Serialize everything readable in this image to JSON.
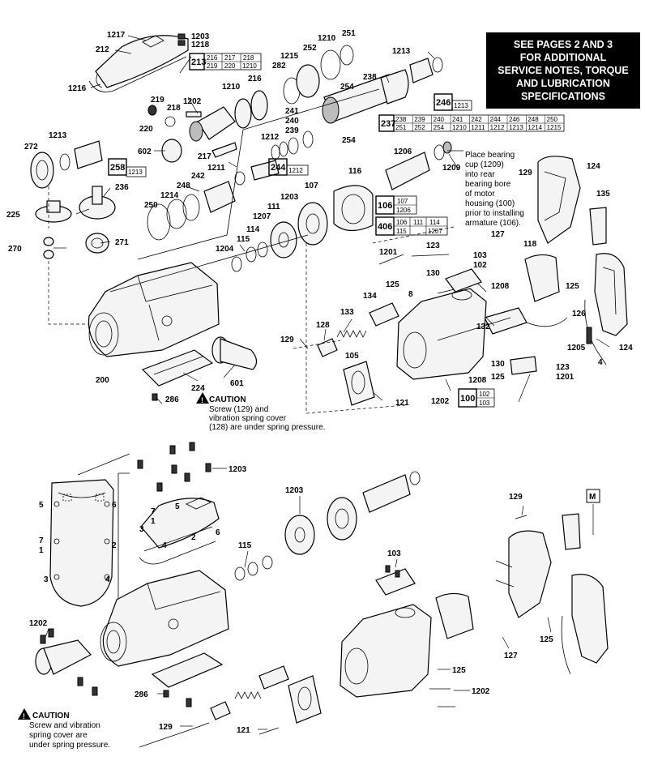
{
  "service_note": "SEE PAGES 2 AND 3\nFOR ADDITIONAL\nSERVICE NOTES, TORQUE\nAND LUBRICATION\nSPECIFICATIONS",
  "bearing_note": [
    "Place bearing",
    "cup (1209)",
    "into rear",
    "bearing bore",
    "of motor",
    "housing (100)",
    "prior to installing",
    "armature (106)."
  ],
  "caution_top": {
    "title": "CAUTION",
    "lines": [
      "Screw (129) and",
      "vibration spring cover",
      "(128) are under spring pressure."
    ]
  },
  "caution_bottom": {
    "title": "CAUTION",
    "lines": [
      "Screw and vibration",
      "spring cover are",
      "under spring pressure."
    ]
  },
  "marker_m": "M",
  "tables": {
    "t213": {
      "head": "213",
      "cells": [
        "216",
        "217",
        "218",
        "219",
        "220",
        "1210"
      ]
    },
    "t237": {
      "head": "237",
      "cells": [
        "238",
        "239",
        "240",
        "241",
        "242",
        "244",
        "246",
        "248",
        "250",
        "251",
        "252",
        "254",
        "1210",
        "1211",
        "1212",
        "1213",
        "1214",
        "1215"
      ]
    },
    "t246": {
      "head": "246",
      "sub": "1213"
    },
    "t258": {
      "head": "258",
      "sub": "1213"
    },
    "t244": {
      "head": "244",
      "sub": "1212"
    },
    "t106": {
      "head": "106",
      "cells": [
        "107",
        "1206"
      ]
    },
    "t406": {
      "head": "406",
      "cells": [
        "106",
        "111",
        "114",
        "115",
        "1207"
      ]
    },
    "t100": {
      "head": "100",
      "cells": [
        "102",
        "103"
      ]
    }
  },
  "labels": {
    "l1217": "1217",
    "l1203a": "1203",
    "l1218": "1218",
    "l212": "212",
    "l1216": "1216",
    "l282": "282",
    "l1215a": "1215",
    "l252": "252",
    "l1210a": "1210",
    "l251": "251",
    "l1213a": "1213",
    "l238": "238",
    "l254a": "254",
    "l1210b": "1210",
    "l216": "216",
    "l219": "219",
    "l218": "218",
    "l1202a": "1202",
    "l220": "220",
    "l241": "241",
    "l240": "240",
    "l239": "239",
    "l254b": "254",
    "l1212": "1212",
    "l272": "272",
    "l1213b": "1213",
    "l602": "602",
    "l217": "217",
    "l1206": "1206",
    "l1209": "1209",
    "l129a": "129",
    "l124a": "124",
    "l236": "236",
    "l1211": "1211",
    "l242": "242",
    "l248": "248",
    "l1214": "1214",
    "l250": "250",
    "l225": "225",
    "l116": "116",
    "l1203b": "1203",
    "l107": "107",
    "l111": "111",
    "l1207": "1207",
    "l135": "135",
    "l270": "270",
    "l271": "271",
    "l115a": "115",
    "l114": "114",
    "l1204": "1204",
    "l123a": "123",
    "l127a": "127",
    "l118": "118",
    "l1201a": "1201",
    "l103a": "103",
    "l102": "102",
    "l125a": "125",
    "l130a": "130",
    "l1208a": "1208",
    "l125b": "125",
    "l126": "126",
    "l8": "8",
    "l134": "134",
    "l133": "133",
    "l128": "128",
    "l132": "132",
    "l1205": "1205",
    "l124b": "124",
    "l129b": "129",
    "l4": "4",
    "l105": "105",
    "l130b": "130",
    "l123b": "123",
    "l125c": "125",
    "l1201b": "1201",
    "l1208b": "1208",
    "l200": "200",
    "l224": "224",
    "l601": "601",
    "l286a": "286",
    "l121a": "121",
    "l1202b": "1202",
    "l1203c": "1203",
    "l5a": "5",
    "l6a": "6",
    "l7a": "7",
    "l1a": "1",
    "l2a": "2",
    "l3a": "3",
    "l4a": "4",
    "l5b": "5",
    "l7b": "7",
    "l1b": "1",
    "l3b": "3",
    "l2b": "2",
    "l6b": "6",
    "l4b": "4",
    "l1203d": "1203",
    "l115b": "115",
    "l103b": "103",
    "l129c": "129",
    "l1202c": "1202",
    "l286b": "286",
    "l125d": "125",
    "l127b": "127",
    "l125e": "125",
    "l1202d": "1202",
    "l129d": "129",
    "l121b": "121"
  }
}
